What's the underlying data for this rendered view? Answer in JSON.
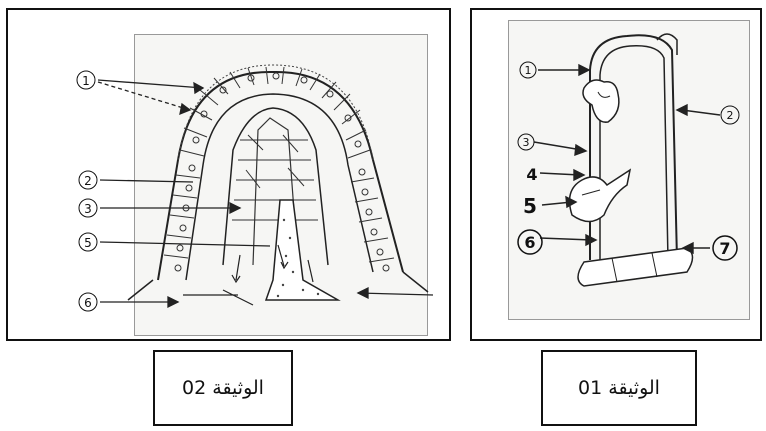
{
  "documents": [
    {
      "caption": "الوثيقة 02",
      "labels": [
        "1",
        "2",
        "3",
        "5",
        "6"
      ]
    },
    {
      "caption": "الوثيقة 01",
      "labels": [
        "1",
        "2",
        "3",
        "4",
        "5",
        "6",
        "7"
      ]
    }
  ]
}
